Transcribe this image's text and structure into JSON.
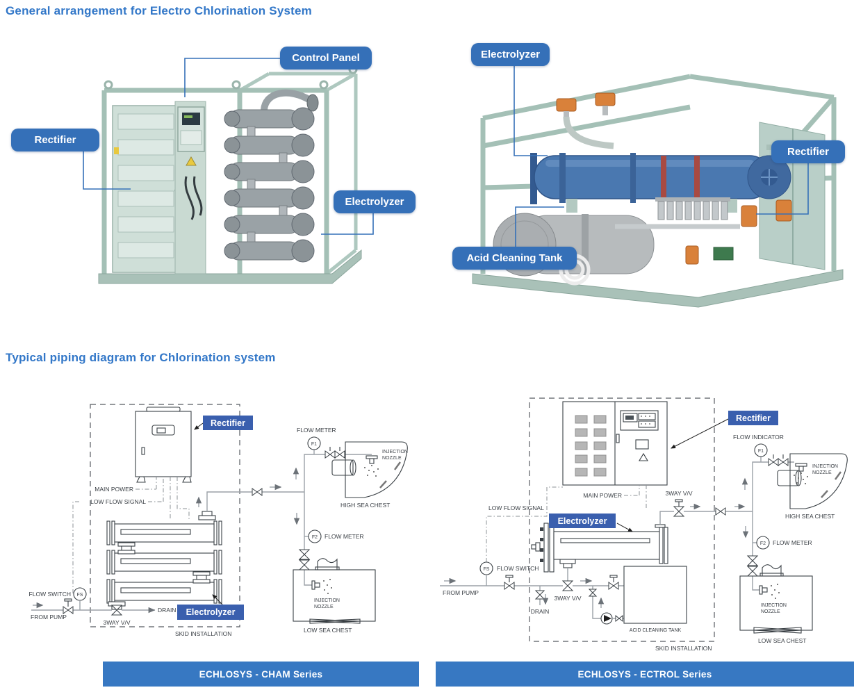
{
  "titles": {
    "arrangement": "General arrangement for Electro Chlorination System",
    "piping": "Typical piping diagram for Chlorination system"
  },
  "arrangement_callouts": {
    "cham_control_panel": "Control Panel",
    "cham_rectifier": "Rectifier",
    "cham_electrolyzer": "Electrolyzer",
    "ectrol_electrolyzer": "Electrolyzer",
    "ectrol_rectifier": "Rectifier",
    "ectrol_acid_cleaning_tank": "Acid Cleaning Tank"
  },
  "diagram_labels": {
    "rectifier": "Rectifier",
    "electrolyzer": "Electrolyzer",
    "main_power": "MAIN POWER",
    "low_flow_signal": "LOW FLOW SIGNAL",
    "flow_meter": "FLOW METER",
    "flow_indicator": "FLOW INDICATOR",
    "flow_switch": "FLOW SWITCH",
    "from_pump": "FROM PUMP",
    "drain": "DRAIN",
    "three_way_valve": "3WAY V/V",
    "injection": "INJECTION",
    "nozzle": "NOZZLE",
    "high_sea_chest": "HIGH SEA CHEST",
    "low_sea_chest": "LOW SEA CHEST",
    "acid_cleaning_tank": "ACID CLEANING TANK",
    "skid_installation": "SKID INSTALLATION",
    "f1": "F1",
    "f2": "F2",
    "fs": "FS"
  },
  "footer_bars": {
    "cham": "ECHLOSYS - CHAM Series",
    "ectrol": "ECHLOSYS - ECTROL Series"
  },
  "colors": {
    "title_blue": "#3277c8",
    "callout_blue": "#3570b8",
    "diagram_label_blue": "#3a5fae",
    "footer_bar_blue": "#3778c2"
  }
}
